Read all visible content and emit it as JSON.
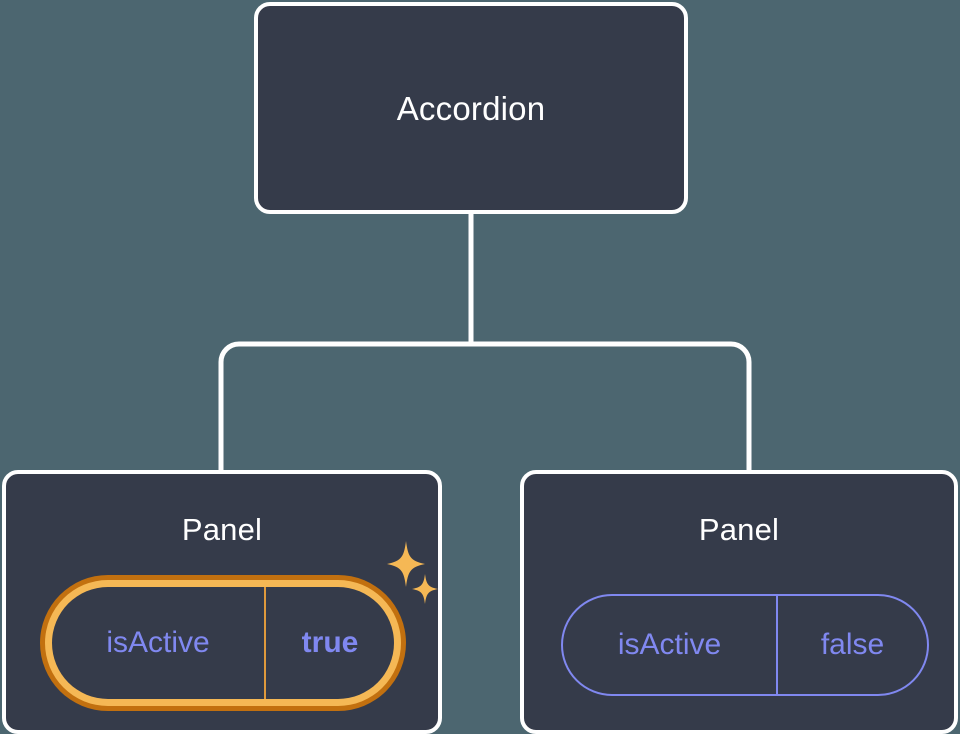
{
  "diagram": {
    "background_color": "#4c6670",
    "node_fill_color": "#353b4a",
    "node_border_color": "#ffffff",
    "accent_prop_color": "#8088f0",
    "highlight_outer_color": "#c2700f",
    "highlight_inner_color": "#f5b855",
    "connector_color": "#ffffff"
  },
  "root": {
    "title": "Accordion"
  },
  "children": [
    {
      "title": "Panel",
      "highlighted": true,
      "prop": {
        "key": "isActive",
        "value": "true"
      },
      "sparkle_big": "sparkle-icon",
      "sparkle_small": "sparkle-icon"
    },
    {
      "title": "Panel",
      "highlighted": false,
      "prop": {
        "key": "isActive",
        "value": "false"
      }
    }
  ]
}
